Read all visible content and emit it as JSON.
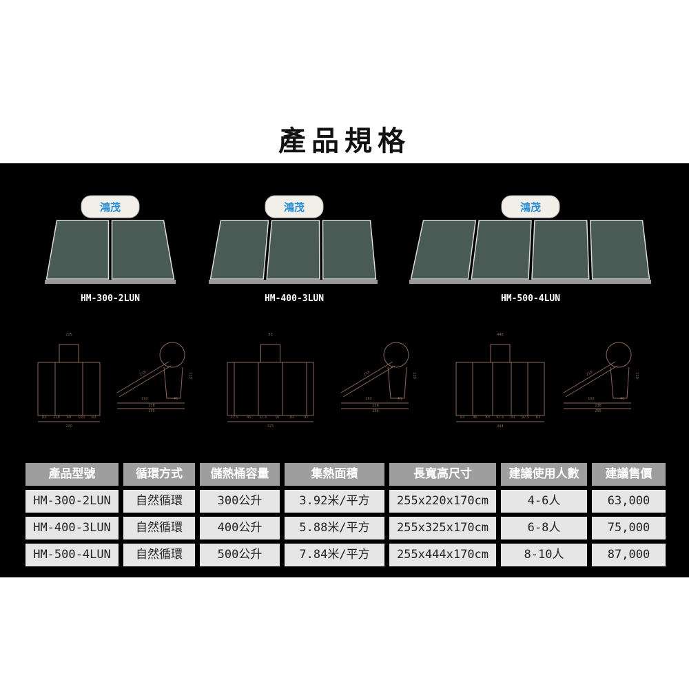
{
  "title": "產品規格",
  "brand_logo": "鴻茂",
  "colors": {
    "background": "#000000",
    "header_cell": "#9e9e9e",
    "value_cell": "#e6e6e6",
    "drawing_line": "#8a6a58",
    "panel": "#4a5a54"
  },
  "products": [
    {
      "model": "HM-300-2LUN",
      "panels": 2,
      "front_dims": [
        "225",
        "83",
        "218",
        "60",
        "100",
        "60",
        "220"
      ],
      "side_dims": [
        "218",
        "110",
        "192",
        "46",
        "238",
        "255"
      ]
    },
    {
      "model": "HM-400-3LUN",
      "panels": 3,
      "front_dims": [
        "83",
        "17.5",
        "45",
        "17.5",
        "97",
        "83",
        "97",
        "325"
      ],
      "side_dims": [
        "218",
        "110",
        "192",
        "46",
        "238",
        "255"
      ]
    },
    {
      "model": "HM-500-4LUN",
      "panels": 4,
      "front_dims": [
        "448",
        "83",
        "46",
        "83",
        "97.5",
        "83",
        "97.5",
        "83",
        "444"
      ],
      "side_dims": [
        "218",
        "110",
        "192",
        "46",
        "238",
        "255"
      ]
    }
  ],
  "table": {
    "headers": [
      "產品型號",
      "循環方式",
      "儲熱桶容量",
      "集熱面積",
      "長寬高尺寸",
      "建議使用人數",
      "建議售價"
    ],
    "rows": [
      [
        "HM-300-2LUN",
        "自然循環",
        "300公升",
        "3.92米/平方",
        "255x220x170cm",
        "4-6人",
        "63,000"
      ],
      [
        "HM-400-3LUN",
        "自然循環",
        "400公升",
        "5.88米/平方",
        "255x325x170cm",
        "6-8人",
        "75,000"
      ],
      [
        "HM-500-4LUN",
        "自然循環",
        "500公升",
        "7.84米/平方",
        "255x444x170cm",
        "8-10人",
        "87,000"
      ]
    ]
  }
}
